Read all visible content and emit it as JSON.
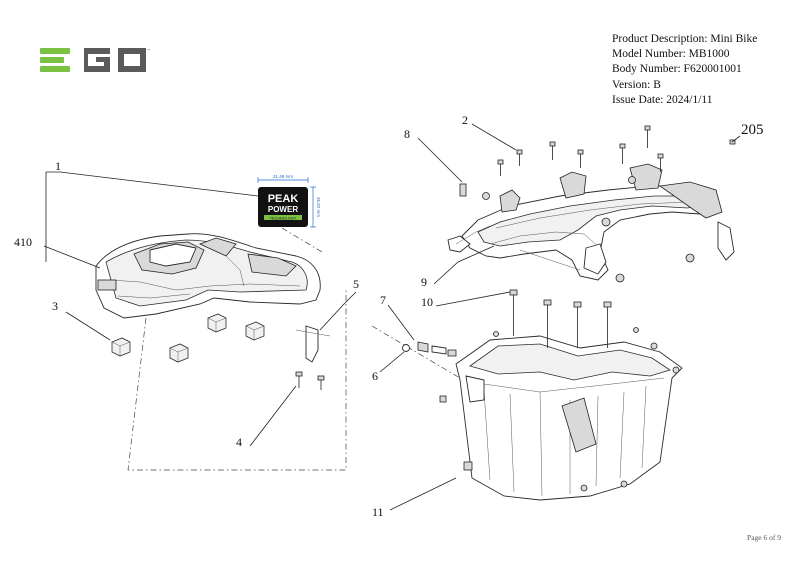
{
  "logo": {
    "text": "EGO",
    "color": "#7cc242"
  },
  "meta": {
    "product_description": "Product Description: Mini Bike",
    "model_number": "Model Number: MB1000",
    "body_number": "Body Number: F620001001",
    "version": "Version: B",
    "issue_date": "Issue Date: 2024/1/11"
  },
  "callouts": {
    "c1": "1",
    "c410": "410",
    "c3": "3",
    "c4": "4",
    "c5": "5",
    "c6": "6",
    "c7": "7",
    "c8": "8",
    "c9": "9",
    "c10": "10",
    "c11": "11",
    "c2": "2",
    "c205": "205"
  },
  "badge": {
    "line1": "PEAK",
    "line2": "POWER",
    "line3": "TECHNOLOGY",
    "width_dim": "31.48 mm",
    "height_dim": "36.82 mm",
    "dim_color": "#1f6fd1"
  },
  "footer": {
    "page": "Page 6 of 9"
  }
}
